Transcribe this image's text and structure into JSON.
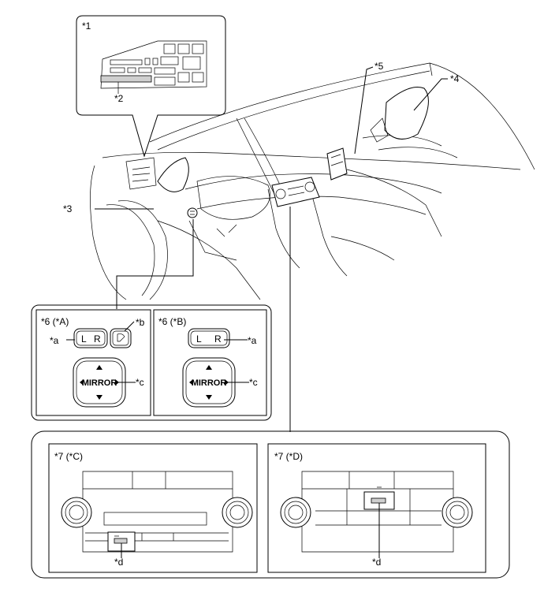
{
  "callouts": {
    "c1": "*1",
    "c2": "*2",
    "c3": "*3",
    "c4": "*4",
    "c5": "*5"
  },
  "panel_6a": {
    "title": "*6 (*A)",
    "btn_l": "L",
    "btn_r": "R",
    "mirror": "MIRROR",
    "ref_a": "*a",
    "ref_b": "*b",
    "ref_c": "*c"
  },
  "panel_6b": {
    "title": "*6 (*B)",
    "btn_l": "L",
    "btn_r": "R",
    "mirror": "MIRROR",
    "ref_a": "*a",
    "ref_c": "*c"
  },
  "panel_7c": {
    "title": "*7 (*C)",
    "ref_d": "*d"
  },
  "panel_7d": {
    "title": "*7 (*D)",
    "ref_d": "*d"
  },
  "icons": [
    "fuse-box-icon",
    "outer-mirror-icon",
    "inner-mirror-icon",
    "ecu-icon",
    "mirror-switch-icon",
    "heater-switch-icon"
  ]
}
